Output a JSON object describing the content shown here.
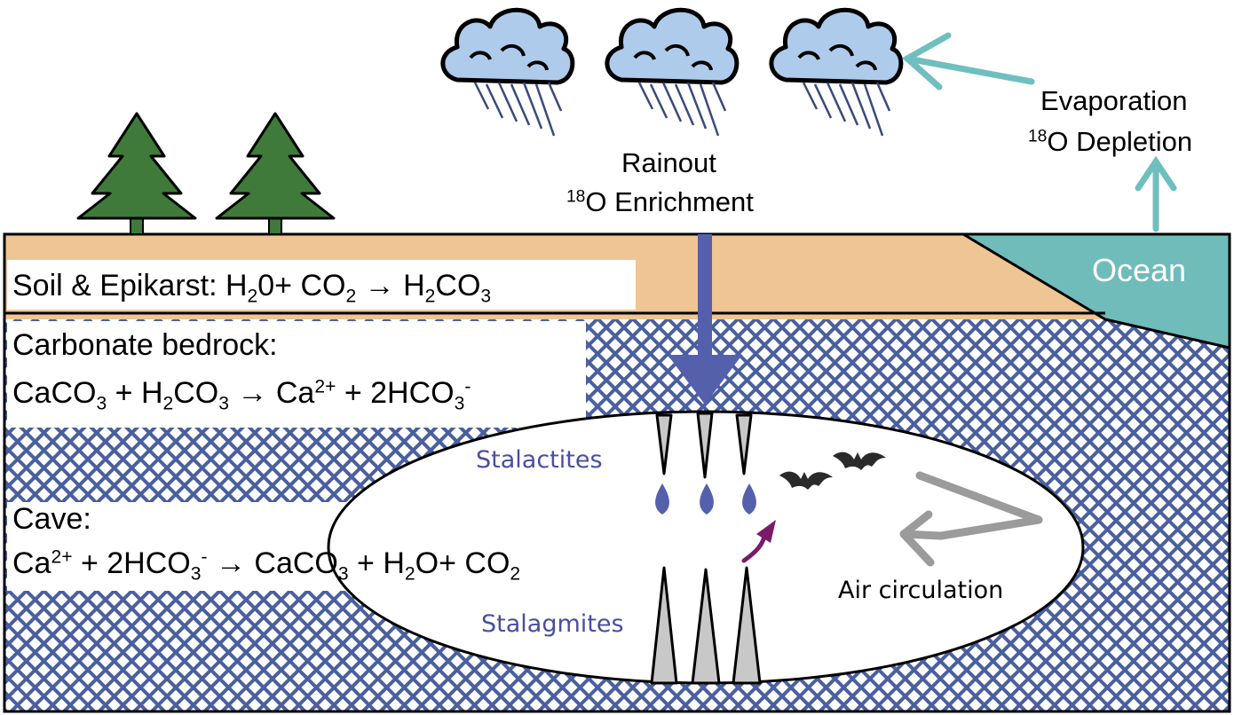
{
  "labels": {
    "rainout": "Rainout",
    "enrichment_sup": "18",
    "enrichment_rest": "O Enrichment",
    "evaporation": "Evaporation",
    "depletion_sup": "18",
    "depletion_rest": "O Depletion",
    "ocean": "Ocean",
    "stalactites": "Stalactites",
    "stalagmites": "Stalagmites",
    "air_circulation": "Air circulation"
  },
  "soil": {
    "prefix": "Soil  & Epikarst: H",
    "sub1": "2",
    "mid1": "0+ CO",
    "sub2": "2",
    "arrow": "  → H",
    "sub3": "2",
    "mid2": "CO",
    "sub4": "3"
  },
  "bedrock": {
    "title": "Carbonate bedrock:",
    "t1": "CaCO",
    "s1": "3",
    "t2": " + H",
    "s2": "2",
    "t3": "CO",
    "s3": "3",
    "t4": " → Ca",
    "p1": "2+",
    "t5": " + 2HCO",
    "s4": "3",
    "p2": "-"
  },
  "cave": {
    "title": "Cave:",
    "t1": "Ca",
    "p1": "2+",
    "t2": " + 2HCO",
    "s1": "3",
    "p2": "-",
    "t3": "  → CaCO",
    "s2": "3",
    "t4": " + H",
    "s3": "2",
    "t5": "O+ CO",
    "s4": "2"
  },
  "colors": {
    "soil": "#efc594",
    "ocean": "#6fbcbb",
    "evap_arrow": "#6fbfbf",
    "infiltration_arrow": "#5560ac",
    "cloud": "#aecbec",
    "tree": "#3f7a3a",
    "bedrock_hatch": "#4a5f9e",
    "drip": "#5560ac",
    "co2_arrow": "#7a1a6a",
    "air_arrow": "#9b9b9b",
    "speleothem": "#c8c8c8",
    "cave_label": "#4a4ea0"
  }
}
